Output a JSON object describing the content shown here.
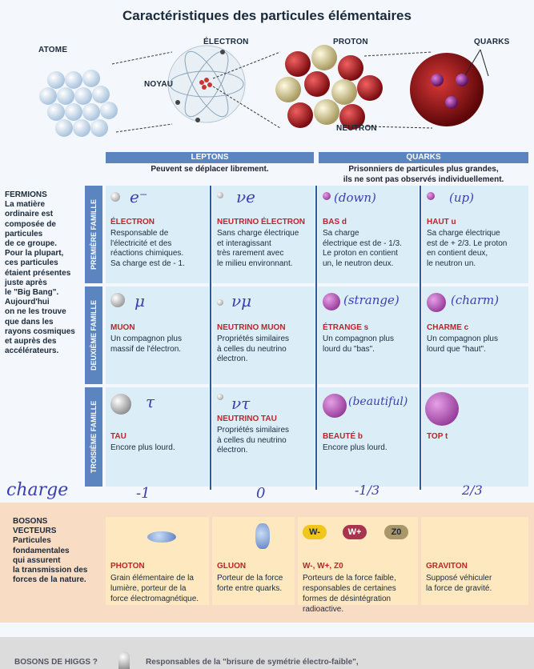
{
  "title": "Caractéristiques des particules élémentaires",
  "diagram": {
    "atom": "ATOME",
    "electron": "ÉLECTRON",
    "nucleus": "NOYAU",
    "proton": "PROTON",
    "neutron": "NEUTRON",
    "quarks": "QUARKS"
  },
  "leptons": {
    "label": "LEPTONS",
    "desc": "Peuvent se déplacer librement."
  },
  "quarks": {
    "label": "QUARKS",
    "desc1": "Prisonniers de particules plus grandes,",
    "desc2": "ils ne sont pas observés individuellement."
  },
  "fermions": {
    "head": "FERMIONS",
    "lines": [
      "La matière",
      "ordinaire est",
      "composée de",
      "particules",
      "de ce groupe.",
      "Pour la plupart,",
      "ces particules",
      "étaient présentes",
      "juste après",
      "le \"Big Bang\".",
      "Aujourd'hui",
      "on ne les trouve",
      "que dans les",
      "rayons cosmiques",
      "et auprès des",
      "accélérateurs."
    ]
  },
  "families": [
    "PREMIÈRE FAMILLE",
    "DEUXIÈME FAMILLE",
    "TROISIÈME FAMILLE"
  ],
  "rows": [
    [
      {
        "hand": "e⁻",
        "name": "ÉLECTRON",
        "desc": [
          "Responsable de",
          "l'électricité et des",
          "réactions chimiques.",
          "Sa charge est de - 1."
        ]
      },
      {
        "hand": "νe",
        "name": "NEUTRINO ÉLECTRON",
        "desc": [
          "Sans charge électrique",
          "et interagissant",
          "très rarement avec",
          "le milieu environnant."
        ]
      },
      {
        "hand": "(down)",
        "name": "BAS d",
        "desc": [
          "Sa charge",
          "électrique est de - 1/3.",
          "Le proton en contient",
          "un, le neutron deux."
        ]
      },
      {
        "hand": "(up)",
        "name": "HAUT u",
        "desc": [
          "Sa charge électrique",
          "est de + 2/3. Le proton",
          "en contient deux,",
          "le neutron un."
        ]
      }
    ],
    [
      {
        "hand": "μ",
        "name": "MUON",
        "desc": [
          "Un compagnon plus",
          "massif de l'électron."
        ]
      },
      {
        "hand": "νμ",
        "name": "NEUTRINO MUON",
        "desc": [
          "Propriétés similaires",
          "à celles du neutrino",
          "électron."
        ]
      },
      {
        "hand": "(strange)",
        "name": "ÉTRANGE s",
        "desc": [
          "Un compagnon plus",
          "lourd du \"bas\"."
        ]
      },
      {
        "hand": "(charm)",
        "name": "CHARME c",
        "desc": [
          "Un compagnon plus",
          "lourd que \"haut\"."
        ]
      }
    ],
    [
      {
        "hand": "τ",
        "name": "TAU",
        "desc": [
          "Encore plus lourd."
        ]
      },
      {
        "hand": "ντ",
        "name": "NEUTRINO TAU",
        "desc": [
          "Propriétés similaires",
          "à celles du neutrino",
          "électron."
        ]
      },
      {
        "hand": "(beautiful)",
        "name": "BEAUTÉ b",
        "desc": [
          "Encore plus lourd."
        ]
      },
      {
        "hand": "",
        "name": "TOP t",
        "desc": []
      }
    ]
  ],
  "charge": {
    "label": "charge",
    "values": [
      "-1",
      "0",
      "-1/3",
      "2/3"
    ]
  },
  "bosons": {
    "head": "BOSONS",
    "head2": "VECTEURS",
    "lines": [
      "Particules",
      "fondamentales",
      "qui assurent",
      "la transmission des",
      "forces de la nature."
    ],
    "items": [
      {
        "name": "PHOTON",
        "desc": [
          "Grain élémentaire de la",
          "lumière, porteur de la",
          "force électromagnétique."
        ]
      },
      {
        "name": "GLUON",
        "desc": [
          "Porteur de la force",
          "forte entre quarks."
        ]
      },
      {
        "name": "W-, W+, Z0",
        "tags": [
          "W-",
          "W+",
          "Z0"
        ],
        "desc": [
          "Porteurs de la force faible,",
          "responsables de certaines",
          "formes de désintégration",
          "radioactive."
        ]
      },
      {
        "name": "GRAVITON",
        "desc": [
          "Supposé véhiculer",
          "la force de gravité."
        ]
      }
    ]
  },
  "higgs": {
    "label": "BOSONS DE HIGGS ?",
    "text": "Responsables de la \"brisure de symétrie électro-faible\","
  },
  "colors": {
    "band": "#5a85bf",
    "cell": "#dbeef8",
    "boson_bg": "#f9dcc4",
    "boson_cell": "#fde8bf",
    "red": "#c0232b",
    "hand": "#3a3fb0"
  }
}
